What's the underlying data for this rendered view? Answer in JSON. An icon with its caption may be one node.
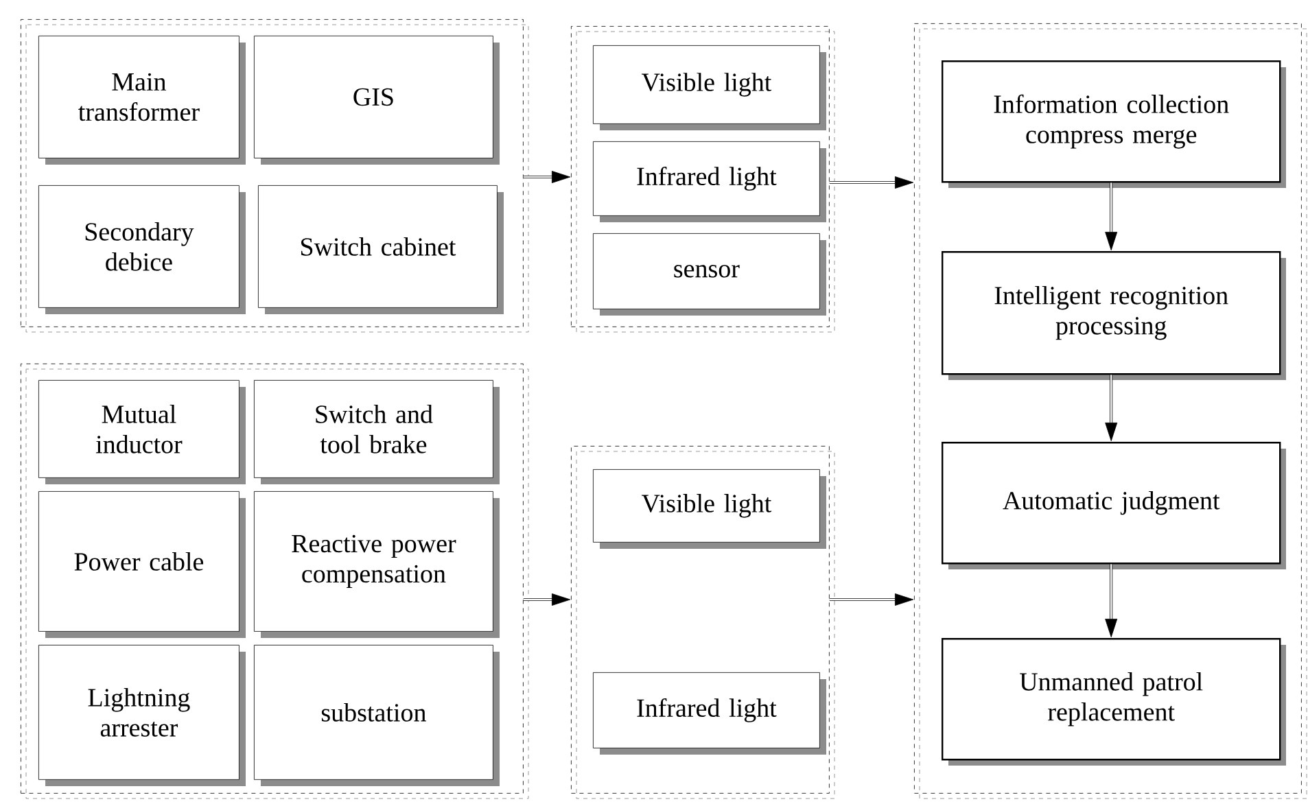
{
  "diagram": {
    "nodes": [
      {
        "text": [],
        "shape": "box"
      },
      {
        "text": [
          "Main transformer"
        ],
        "in": 0
      },
      {
        "text": [
          "GIS"
        ],
        "in": 0
      },
      {
        "text": [
          "Secondary debice"
        ],
        "in": 0
      },
      {
        "text": [
          "Switch cabinet"
        ],
        "in": 0
      },
      {
        "text": [],
        "shape": "box"
      },
      {
        "text": [
          "Visible light"
        ],
        "in": 5
      },
      {
        "text": [
          "Infrared light"
        ],
        "in": 5
      },
      {
        "text": [
          "sensor"
        ],
        "in": 5
      },
      {
        "text": [],
        "shape": "box"
      },
      {
        "text": [
          "Information collection compress merge"
        ],
        "in": 9
      },
      {
        "text": [
          "Intelligent recognition processing"
        ],
        "in": 9
      },
      {
        "text": [
          "Automatic judgment"
        ],
        "in": 9
      },
      {
        "text": [
          "Unmanned patrol replacement"
        ],
        "in": 9
      },
      {
        "text": [],
        "shape": "box"
      },
      {
        "text": [
          "Mutual inductor"
        ],
        "in": 14
      },
      {
        "text": [
          "Switch and tool brake"
        ],
        "in": 14
      },
      {
        "text": [
          "Power cable"
        ],
        "in": 14
      },
      {
        "text": [
          "Reactive power compensation"
        ],
        "in": 14
      },
      {
        "text": [
          "Lightning arrester"
        ],
        "in": 14
      },
      {
        "text": [
          "substation"
        ],
        "in": 14
      },
      {
        "text": [],
        "shape": "box"
      },
      {
        "text": [
          "Visible light"
        ],
        "in": 21
      },
      {
        "text": [
          "Infrared light"
        ],
        "in": 21
      }
    ],
    "edges": [
      {
        "from": 0,
        "to": 5,
        "arrow": "to"
      },
      {
        "from": 5,
        "to": 9,
        "arrow": "to"
      },
      {
        "from": 10,
        "to": 11,
        "arrow": "to"
      },
      {
        "from": 11,
        "to": 12,
        "arrow": "to"
      },
      {
        "from": 12,
        "to": 13,
        "arrow": "to"
      },
      {
        "from": 14,
        "to": 21,
        "arrow": "to"
      },
      {
        "from": 21,
        "to": 9,
        "arrow": "to"
      }
    ]
  }
}
